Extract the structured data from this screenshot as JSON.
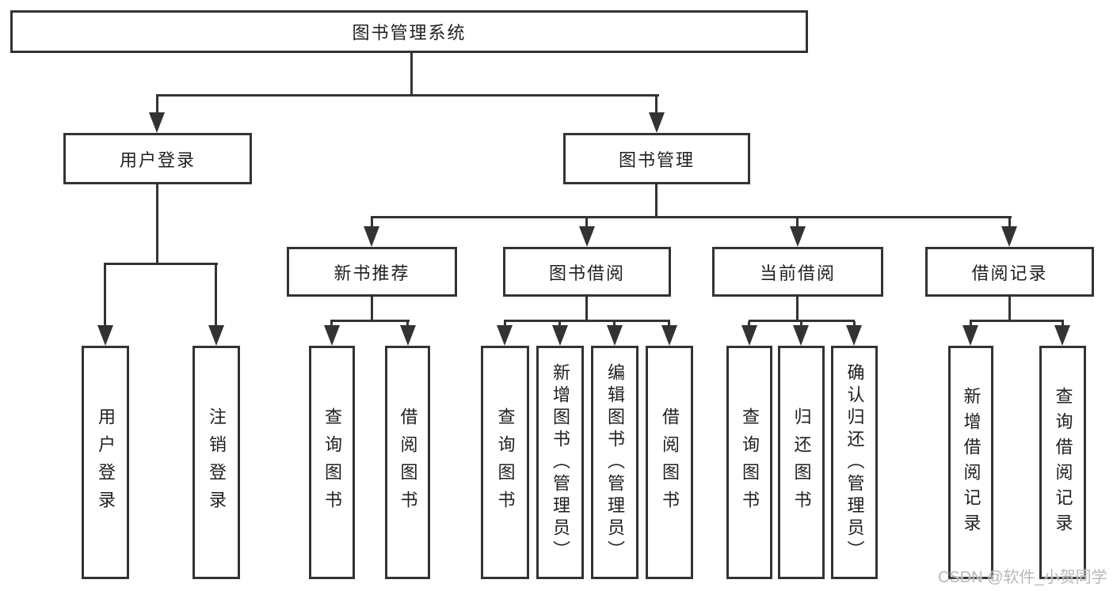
{
  "diagram": {
    "root_label": "图书管理系统",
    "branches": [
      {
        "label": "用户登录",
        "children": [
          {
            "label": "用户登录"
          },
          {
            "label": "注销登录"
          }
        ]
      },
      {
        "label": "图书管理",
        "children": [
          {
            "label": "新书推荐",
            "children": [
              {
                "label": "查询图书"
              },
              {
                "label": "借阅图书"
              }
            ]
          },
          {
            "label": "图书借阅",
            "children": [
              {
                "label": "查询图书"
              },
              {
                "label": "新增图书（管理员）"
              },
              {
                "label": "编辑图书（管理员）"
              },
              {
                "label": "借阅图书"
              }
            ]
          },
          {
            "label": "当前借阅",
            "children": [
              {
                "label": "查询图书"
              },
              {
                "label": "归还图书"
              },
              {
                "label": "确认归还（管理员）"
              }
            ]
          },
          {
            "label": "借阅记录",
            "children": [
              {
                "label": "新增借阅记录"
              },
              {
                "label": "查询借阅记录"
              }
            ]
          }
        ]
      }
    ]
  },
  "watermark": {
    "text": "CSDN @软件_小贺同学"
  },
  "colors": {
    "line": "#333333",
    "text": "#1f1f1f",
    "watermark": "#b8b8b8",
    "background": "#ffffff"
  }
}
